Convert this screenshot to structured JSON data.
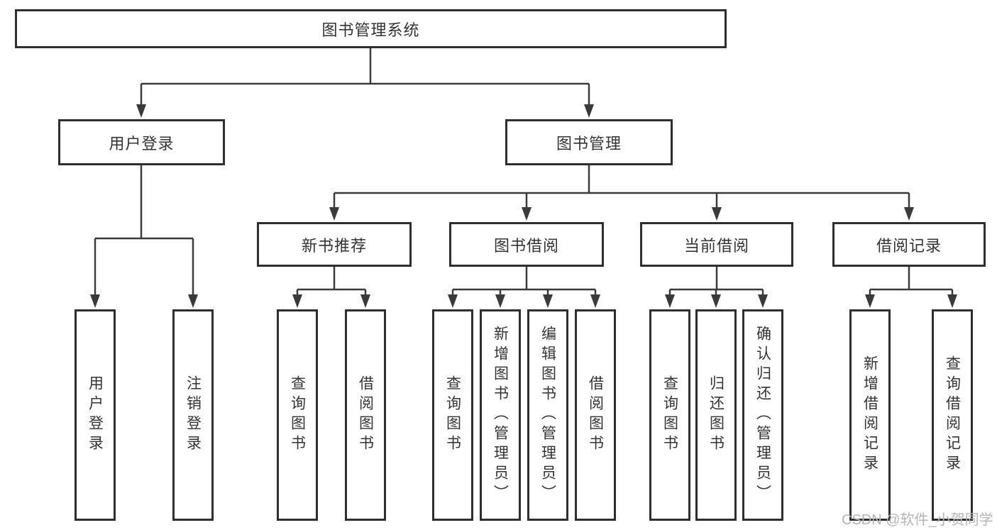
{
  "diagram": {
    "title": "图书管理系统",
    "branches": [
      {
        "label": "用户登录",
        "children": [
          "用户登录",
          "注销登录"
        ]
      },
      {
        "label": "图书管理",
        "sections": [
          {
            "label": "新书推荐",
            "children": [
              "查询图书",
              "借阅图书"
            ]
          },
          {
            "label": "图书借阅",
            "children": [
              "查询图书",
              "新增图书（管理员）",
              "编辑图书（管理员）",
              "借阅图书"
            ]
          },
          {
            "label": "当前借阅",
            "children": [
              "查询图书",
              "归还图书",
              "确认归还（管理员）"
            ]
          },
          {
            "label": "借阅记录",
            "children": [
              "新增借阅记录",
              "查询借阅记录"
            ]
          }
        ]
      }
    ]
  },
  "colors": {
    "line": "#3a3a3a",
    "box_border": "#2e2e2e",
    "text": "#333333",
    "watermark": "#b4b4b4"
  },
  "watermark": "CSDN @软件_小贺同学"
}
